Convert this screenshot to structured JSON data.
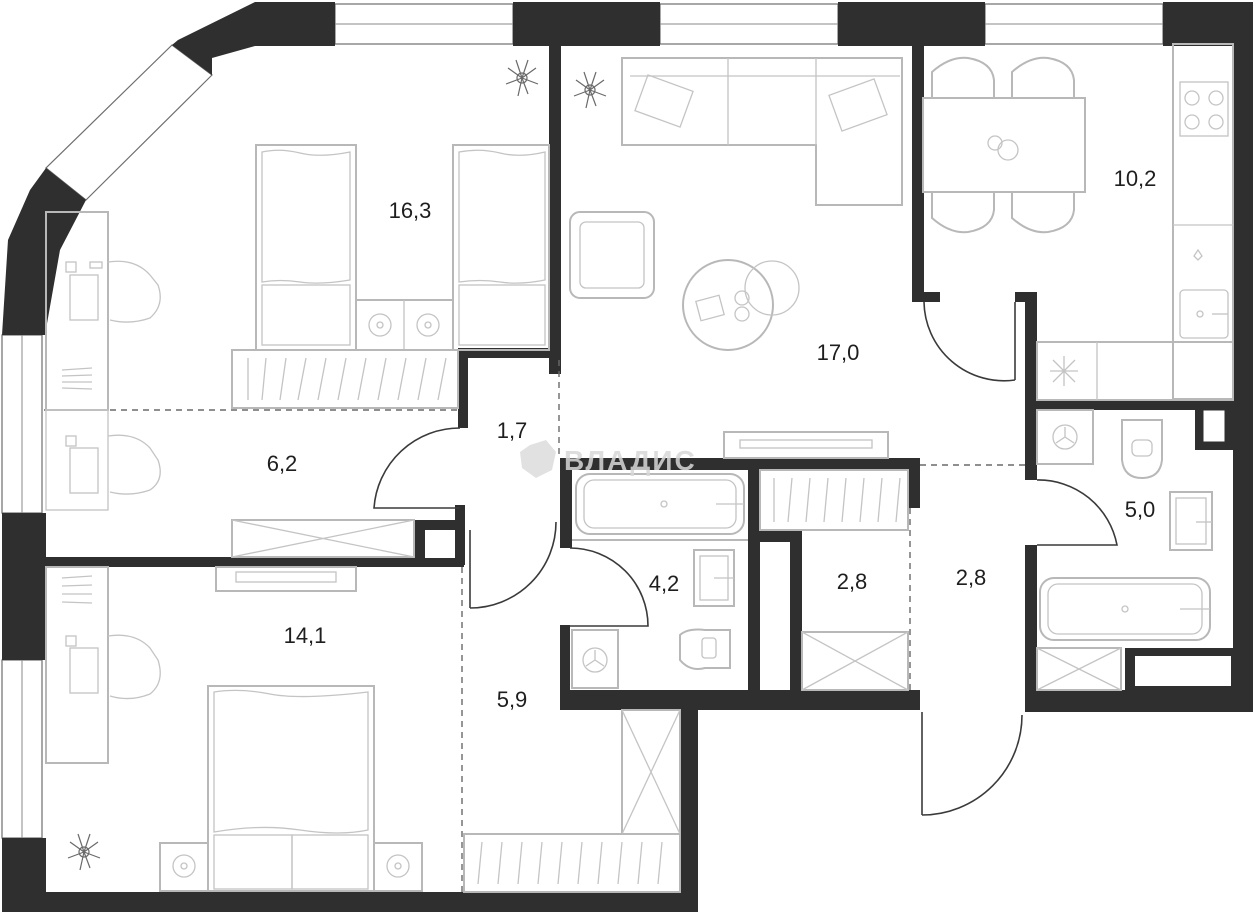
{
  "rooms": [
    {
      "id": "bedroom-top",
      "area": "16,3"
    },
    {
      "id": "living-room",
      "area": "17,0"
    },
    {
      "id": "kitchen",
      "area": "10,2"
    },
    {
      "id": "corridor-small",
      "area": "1,7"
    },
    {
      "id": "study",
      "area": "6,2"
    },
    {
      "id": "bathroom-center",
      "area": "4,2"
    },
    {
      "id": "storage",
      "area": "2,8"
    },
    {
      "id": "hallway",
      "area": "2,8"
    },
    {
      "id": "bathroom-right",
      "area": "5,0"
    },
    {
      "id": "bedroom-bottom",
      "area": "14,1"
    },
    {
      "id": "corridor-long",
      "area": "5,9"
    }
  ],
  "watermark": {
    "text": "ВЛАДИС"
  },
  "colors": {
    "wall": "#2f2f30",
    "furniture": "#b8b8b8",
    "background": "#ffffff"
  }
}
